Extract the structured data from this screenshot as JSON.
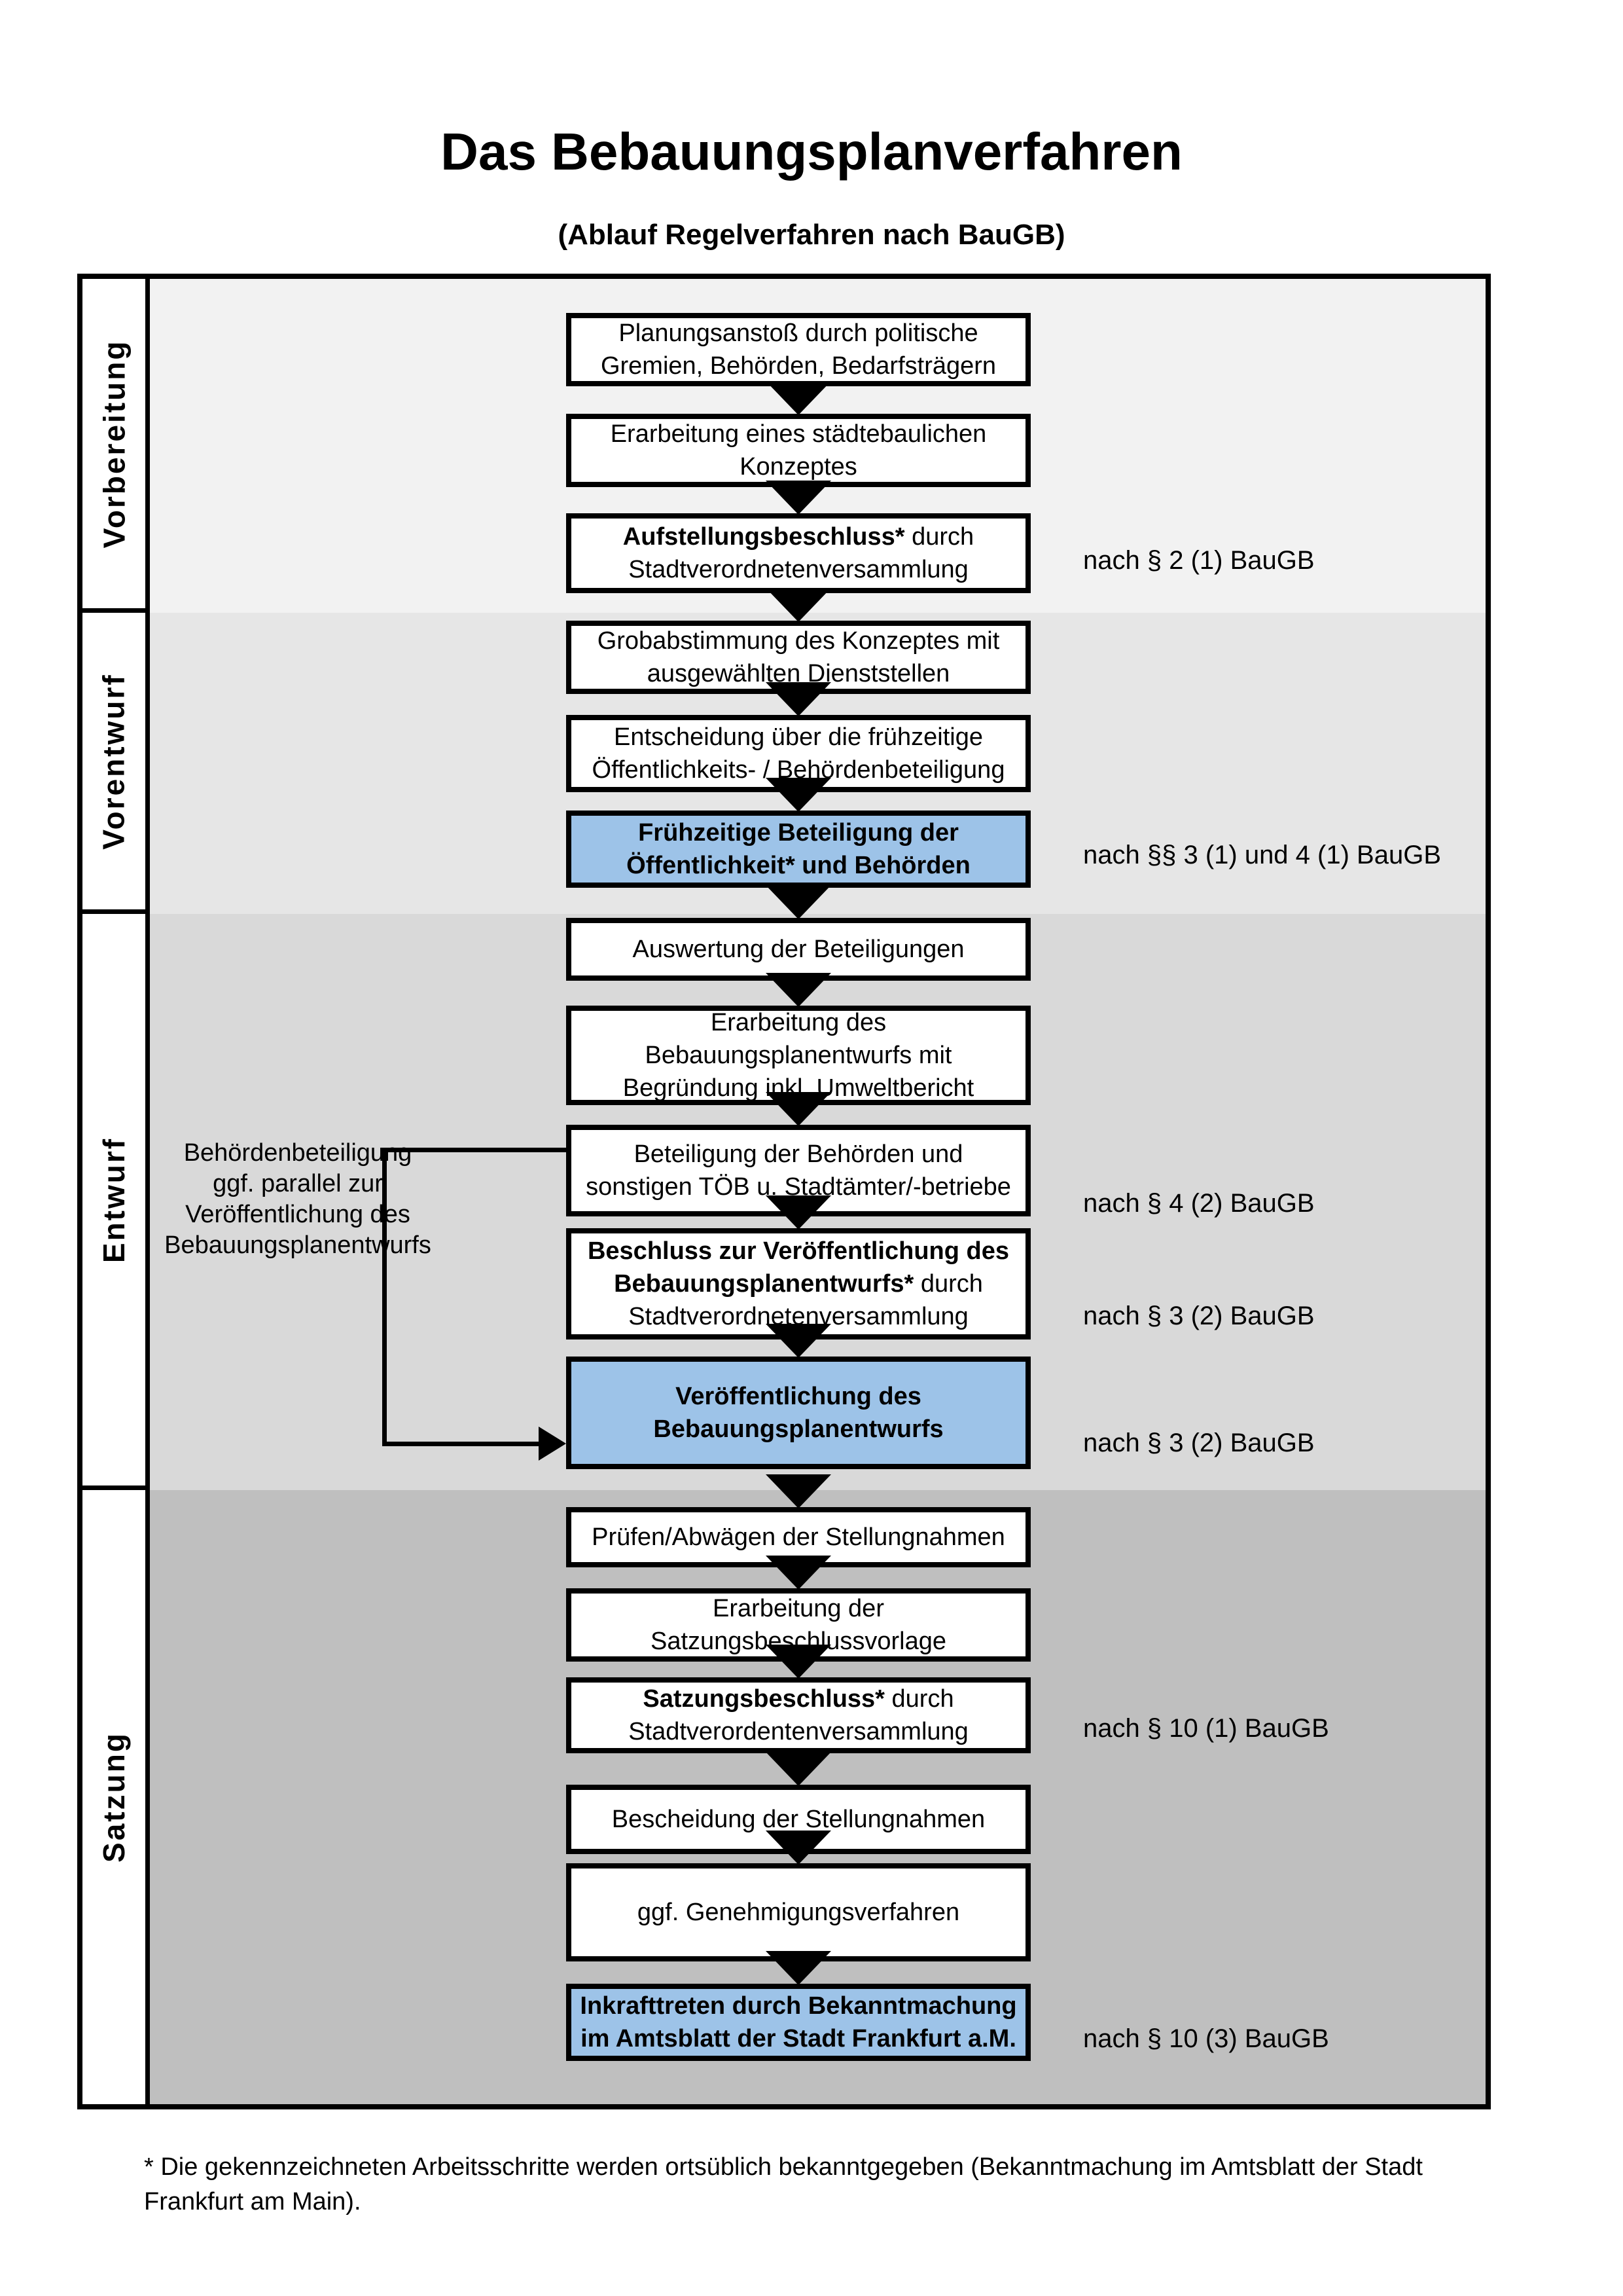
{
  "title": "Das Bebauungsplanverfahren",
  "subtitle": "(Ablauf Regelverfahren nach BauGB)",
  "sections": [
    {
      "label": "Vorbereitung"
    },
    {
      "label": "Vorentwurf"
    },
    {
      "label": "Entwurf"
    },
    {
      "label": "Satzung"
    }
  ],
  "boxes": {
    "b1": {
      "l1": "Planungsanstoß durch politische",
      "l2": "Gremien, Behörden, Bedarfsträgern"
    },
    "b2": {
      "l1": "Erarbeitung eines städtebaulichen",
      "l2": "Konzeptes"
    },
    "b3": {
      "l1b": "Aufstellungsbeschluss*",
      "l1r": " durch",
      "l2": "Stadtverordnetenversammlung"
    },
    "b4": {
      "l1": "Grobabstimmung des Konzeptes mit",
      "l2": "ausgewählten Dienststellen"
    },
    "b5": {
      "l1": "Entscheidung über die frühzeitige",
      "l2": "Öffentlichkeits- / Behördenbeteiligung"
    },
    "b6": {
      "l1b": "Frühzeitige Beteiligung der",
      "l2b": "Öffentlichkeit* und Behörden"
    },
    "b7": {
      "l1": "Auswertung der Beteiligungen"
    },
    "b8": {
      "l1": "Erarbeitung des",
      "l2": "Bebauungsplanentwurfs mit",
      "l3": "Begründung inkl. Umweltbericht"
    },
    "b9": {
      "l1": "Beteiligung der Behörden und",
      "l2": "sonstigen TÖB u. Stadtämter/-betriebe"
    },
    "b10": {
      "l1b": "Beschluss zur Veröffentlichung des",
      "l2b": "Bebauungsplanentwurfs*",
      "l2r": " durch",
      "l3": "Stadtverordnetenversammlung"
    },
    "b11": {
      "l1b": "Veröffentlichung des",
      "l2b": "Bebauungsplanentwurfs"
    },
    "b12": {
      "l1": "Prüfen/Abwägen der Stellungnahmen"
    },
    "b13": {
      "l1": "Erarbeitung der",
      "l2": "Satzungsbeschlussvorlage"
    },
    "b14": {
      "l1b": "Satzungsbeschluss*",
      "l1r": " durch",
      "l2": "Stadtverordentenversammlung"
    },
    "b15": {
      "l1": "Bescheidung der Stellungnahmen"
    },
    "b16": {
      "l1": "ggf. Genehmigungsverfahren"
    },
    "b17": {
      "l1b": "Inkrafttreten",
      "l1r": " durch Bekanntmachung",
      "l2": "im Amtsblatt der Stadt Frankfurt a.M."
    }
  },
  "refs": {
    "r1": "nach § 2 (1) BauGB",
    "r2": "nach §§ 3 (1) und 4 (1) BauGB",
    "r3": "nach § 4 (2) BauGB",
    "r4": "nach § 3 (2) BauGB",
    "r5": "nach § 3 (2) BauGB",
    "r6": "nach § 10 (1) BauGB",
    "r7": "nach § 10 (3) BauGB"
  },
  "side_note": {
    "l1": "Behördenbeteiligung",
    "l2": "ggf. parallel zur",
    "l3": "Veröffentlichung des",
    "l4": "Bebauungsplanentwurfs"
  },
  "footnote": {
    "l1": "* Die gekennzeichneten Arbeitsschritte werden ortsüblich bekanntgegeben (Bekanntmachung im Amtsblatt  der Stadt",
    "l2": "Frankfurt am Main)."
  },
  "colors": {
    "phase_1_bg": "#f2f2f2",
    "phase_2_bg": "#e6e6e6",
    "phase_3_bg": "#d9d9d9",
    "phase_4_bg": "#bfbfbf",
    "highlight_box_bg": "#9dc3e8",
    "border": "#000000"
  }
}
